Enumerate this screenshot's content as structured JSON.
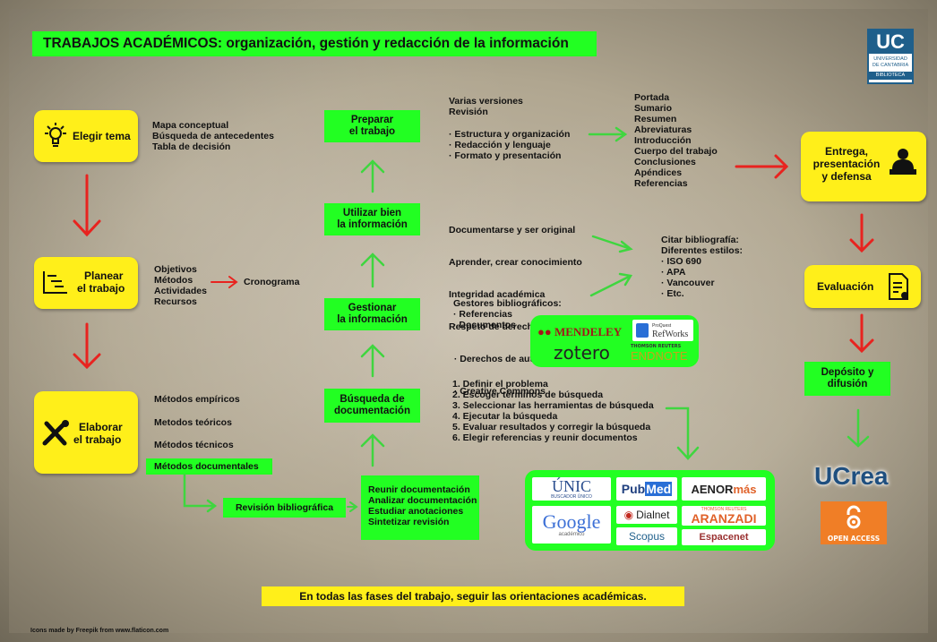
{
  "title": "TRABAJOS ACADÉMICOS: organización, gestión y redacción de la información",
  "uc_logo": {
    "letters": "UC",
    "line1": "UNIVERSIDAD",
    "line2": "DE CANTABRIA",
    "line3": "BIBLIOTECA"
  },
  "left": {
    "elegir": {
      "label": "Elegir tema",
      "items": [
        "Mapa conceptual",
        "Búsqueda de antecedentes",
        "Tabla de decisión"
      ]
    },
    "planear": {
      "label1": "Planear",
      "label2": "el trabajo",
      "items": [
        "Objetivos",
        "Métodos",
        "Actividades",
        "Recursos"
      ],
      "cronograma": "Cronograma"
    },
    "elaborar": {
      "label1": "Elaborar",
      "label2": "el trabajo",
      "items": [
        "Métodos empíricos",
        "Metodos teóricos",
        "Métodos técnicos"
      ],
      "highlight": "Métodos documentales",
      "revision": "Revisión bibliográfica"
    }
  },
  "middle": {
    "preparar": {
      "l1": "Preparar",
      "l2": "el trabajo"
    },
    "utilizar": {
      "l1": "Utilizar bien",
      "l2": "la información"
    },
    "gestionar": {
      "l1": "Gestionar",
      "l2": "la información"
    },
    "busqueda": {
      "l1": "Búsqueda de",
      "l2": "documentación"
    },
    "reunir": [
      "Reunir documentación",
      "Analizar documentación",
      "Estudiar anotaciones",
      "Sintetizar revisión"
    ]
  },
  "versiones": [
    "Varias versiones",
    "Revisión"
  ],
  "estructura": [
    "· Estructura y organización",
    "· Redacción y lenguaje",
    "· Formato y presentación"
  ],
  "partes": [
    "Portada",
    "Sumario",
    "Resumen",
    "Abreviaturas",
    "Introducción",
    "Cuerpo del trabajo",
    "Conclusiones",
    "Apéndices",
    "Referencias"
  ],
  "documentarse": [
    "Documentarse y ser original",
    "Aprender, crear conocimiento",
    "Integridad académica",
    "Respeto de derechos:",
    "  · Derechos de autor",
    "  · Creative Commons"
  ],
  "citar": [
    "Citar bibliografía:",
    "Diferentes estilos:",
    "· ISO 690",
    "· APA",
    "· Vancouver",
    "· Etc."
  ],
  "gestores": [
    "Gestores bibliográficos:",
    "· Referencias",
    "· Documentos"
  ],
  "tools": {
    "mendeley": "MENDELEY",
    "refworks_small": "ProQuest",
    "refworks": "RefWorks",
    "zotero": "zotero",
    "endnote_small": "THOMSON REUTERS",
    "endnote": "ENDNOTE"
  },
  "pasos": [
    "1. Definir el problema",
    "2. Escoger términos de búsqueda",
    "3. Seleccionar las herramientas de búsqueda",
    "4. Ejecutar la búsqueda",
    "5. Evaluar resultados y corregir la búsqueda",
    "6. Elegir referencias y reunir documentos"
  ],
  "dbs": {
    "unic": "ÚNIC",
    "unic_sub": "BUSCADOR ÚNICO",
    "pubmed1": "Pub",
    "pubmed2": "Med",
    "aenor1": "AENOR",
    "aenor2": "más",
    "google": "Google",
    "google_sub": "académico",
    "dialnet": "Dialnet",
    "aranzadi_small": "THOMSON REUTERS",
    "aranzadi": "ARANZADI",
    "scopus": "Scopus",
    "espacenet": "Espacenet"
  },
  "right": {
    "entrega": [
      "Entrega,",
      "presentación",
      "y defensa"
    ],
    "evaluacion": "Evaluación",
    "deposito": [
      "Depósito y",
      "difusión"
    ],
    "ucrea": "UCrea",
    "open_access": "OPEN ACCESS"
  },
  "footer": "En todas las fases del trabajo, seguir las orientaciones académicas.",
  "credit": "Icons made by Freepik from www.flaticon.com",
  "colors": {
    "green": "#22ff22",
    "yellow": "#ffef1a",
    "red_arrow": "#e8231f",
    "green_arrow": "#3fd63f"
  }
}
